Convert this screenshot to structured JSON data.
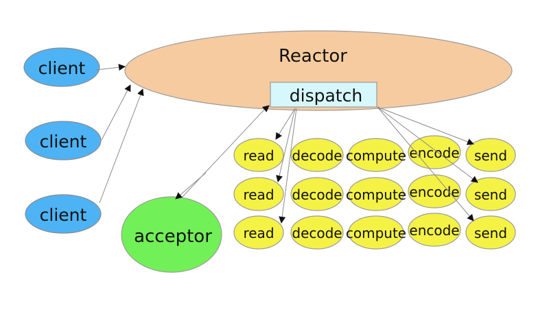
{
  "title": "Reactor pattern diagram",
  "reactor": {
    "label": "Reactor",
    "fill": "#f6cba0"
  },
  "dispatch": {
    "label": "dispatch",
    "fill": "#d6f8fc"
  },
  "clients": [
    {
      "label": "client"
    },
    {
      "label": "client"
    },
    {
      "label": "client"
    }
  ],
  "client_fill": "#4db3f5",
  "acceptor": {
    "label": "acceptor",
    "fill": "#72f057"
  },
  "handler_fill": "#f5f246",
  "handler_rows": [
    {
      "cells": [
        "read",
        "decode",
        "compute",
        "encode",
        "send"
      ]
    },
    {
      "cells": [
        "read",
        "decode",
        "compute",
        "encode",
        "send"
      ]
    },
    {
      "cells": [
        "read",
        "decode",
        "compute",
        "encode",
        "send"
      ]
    }
  ],
  "edges": [
    {
      "from": "client-1",
      "to": "reactor"
    },
    {
      "from": "client-2",
      "to": "reactor"
    },
    {
      "from": "client-3",
      "to": "reactor"
    },
    {
      "from": "dispatch",
      "to": "acceptor"
    },
    {
      "from": "acceptor",
      "to": "dispatch"
    },
    {
      "from": "dispatch",
      "to": "read-1"
    },
    {
      "from": "dispatch",
      "to": "read-2"
    },
    {
      "from": "dispatch",
      "to": "read-3"
    },
    {
      "from": "dispatch",
      "to": "send-1"
    },
    {
      "from": "dispatch",
      "to": "send-2"
    },
    {
      "from": "dispatch",
      "to": "send-3"
    }
  ]
}
